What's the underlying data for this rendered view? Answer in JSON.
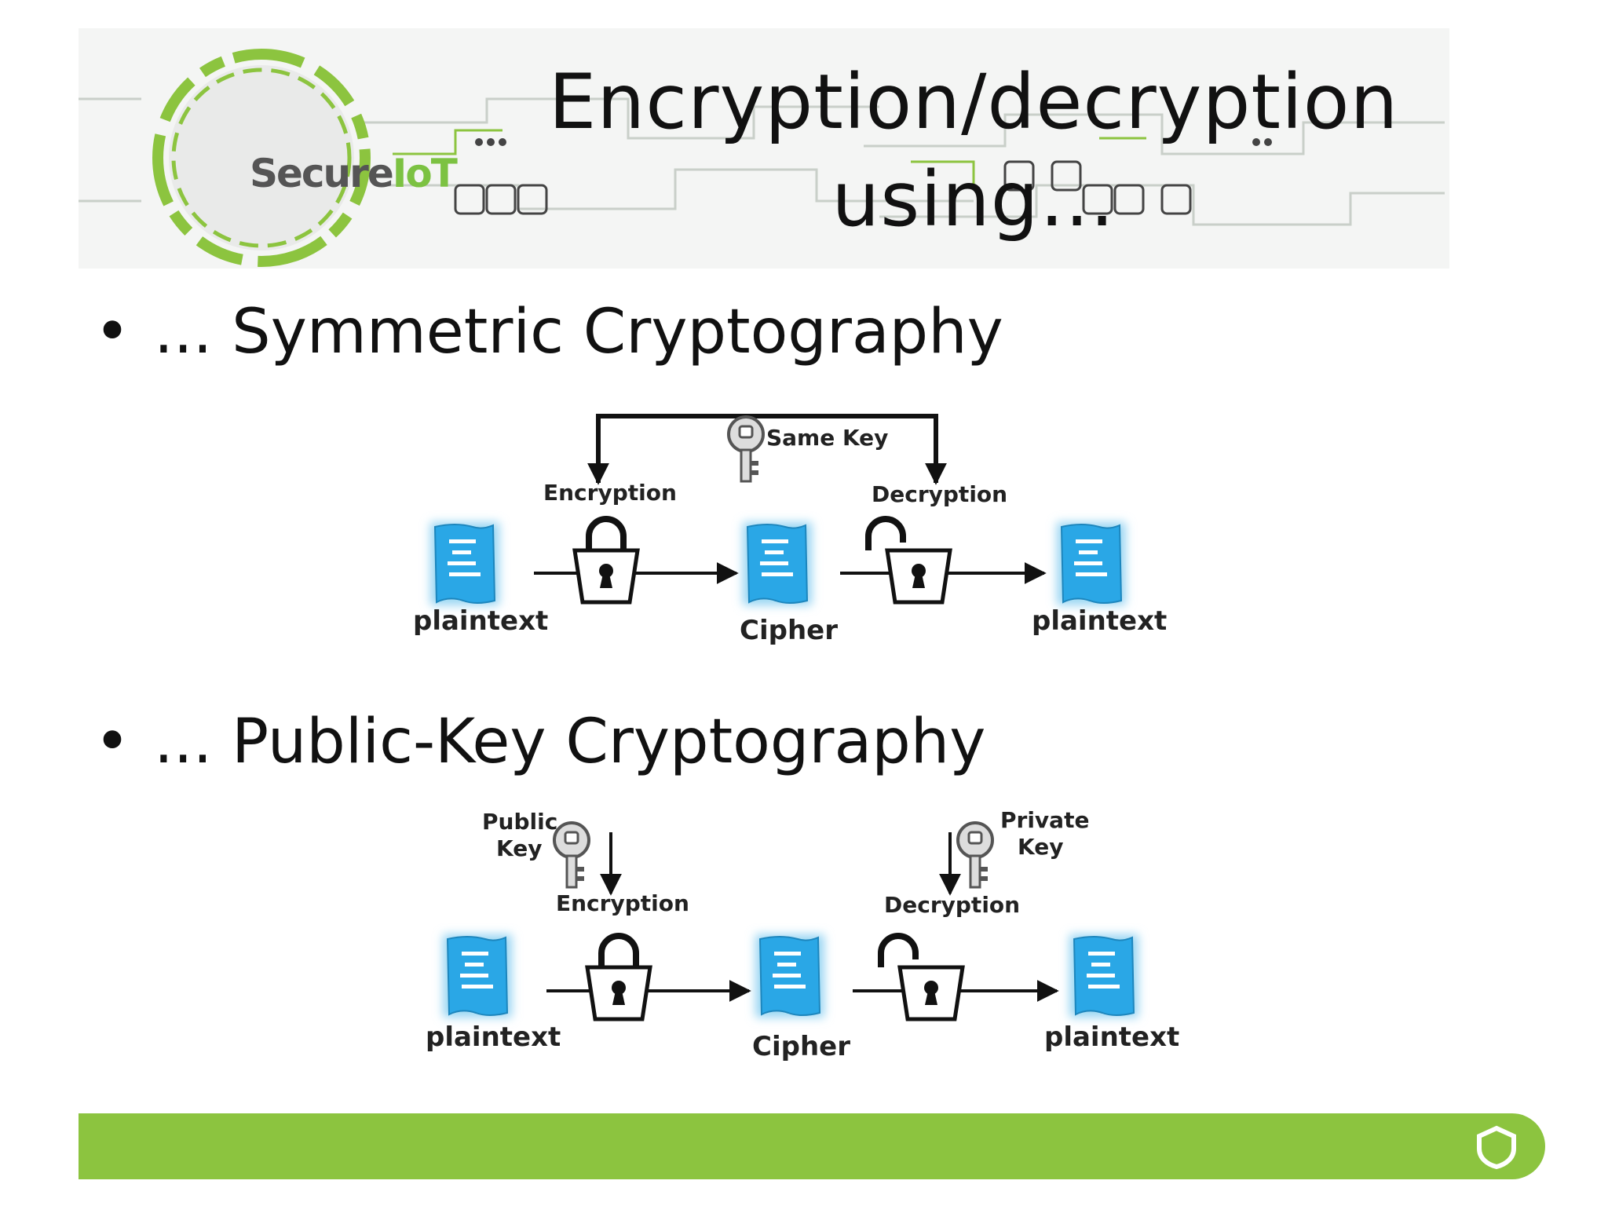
{
  "slide": {
    "title_line1": "Encryption/decryption",
    "title_line2": "using…",
    "logo": {
      "text_main": "Secure",
      "text_accent": "IoT"
    },
    "bullets": [
      {
        "marker": "•",
        "text": "... Symmetric Cryptography"
      },
      {
        "marker": "•",
        "text": "... Public-Key Cryptography"
      }
    ],
    "symmetric_diagram": {
      "key_label": "Same Key",
      "encryption_label": "Encryption",
      "decryption_label": "Decryption",
      "plaintext_left": "plaintext",
      "cipher": "Cipher",
      "plaintext_right": "plaintext"
    },
    "public_key_diagram": {
      "public_key_line1": "Public",
      "public_key_line2": "Key",
      "private_key_line1": "Private",
      "private_key_line2": "Key",
      "encryption_label": "Encryption",
      "decryption_label": "Decryption",
      "plaintext_left": "plaintext",
      "cipher": "Cipher",
      "plaintext_right": "plaintext"
    },
    "colors": {
      "accent_green": "#8cc43f",
      "document_blue": "#2aa7e6"
    }
  }
}
